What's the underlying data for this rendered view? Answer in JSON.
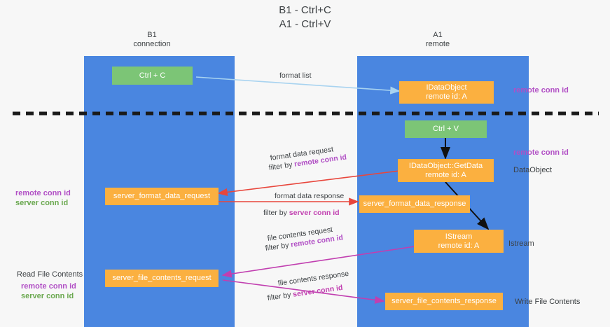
{
  "title": {
    "line1": "B1 - Ctrl+C",
    "line2": "A1 - Ctrl+V"
  },
  "lanes": [
    {
      "id": "b1",
      "name": "B1",
      "sub": "connection",
      "color": "#4a86e0"
    },
    {
      "id": "a1",
      "name": "A1",
      "sub": "remote",
      "color": "#4a86e0"
    }
  ],
  "colors": {
    "lane": "#4a86e0",
    "green_box": "#7cc576",
    "orange_box": "#fbb040",
    "purple_text": "#b14fc5",
    "green_text": "#6aa84f",
    "arrow_blue": "#a8d3f0",
    "arrow_red": "#e8463c",
    "arrow_magenta": "#c13fb0",
    "arrow_black": "#111111",
    "divider": "#1a1a1a",
    "background": "#f7f7f7"
  },
  "boxes": {
    "ctrl_c": {
      "label": "Ctrl + C"
    },
    "data_object_remote": {
      "line1": "IDataObject",
      "line2": "remote id: A"
    },
    "ctrl_v": {
      "label": "Ctrl + V"
    },
    "get_data": {
      "line1": "IDataObject::GetData",
      "line2": "remote id: A"
    },
    "server_format_data_request": {
      "label": "server_format_data_request"
    },
    "server_format_data_response": {
      "label": "server_format_data_response"
    },
    "istream": {
      "line1": "IStream",
      "line2": "remote id: A"
    },
    "server_file_contents_request": {
      "label": "server_file_contents_request"
    },
    "server_file_contents_response": {
      "label": "server_file_contents_response"
    }
  },
  "edge_labels": {
    "format_list": "format list",
    "format_data_request": "format data request",
    "format_data_request_filter_prefix": "filter by ",
    "format_data_request_filter_value": "remote conn id",
    "format_data_response": "format data response",
    "format_data_response_filter_prefix": "filter by ",
    "format_data_response_filter_value": "server conn id",
    "file_contents_request": "file contents request",
    "file_contents_request_filter_prefix": "filter by ",
    "file_contents_request_filter_value": "remote conn id",
    "file_contents_response": "file contents response",
    "file_contents_response_filter_prefix": "filter by ",
    "file_contents_response_filter_value": "server conn id"
  },
  "side_notes": {
    "right_remote_conn_id_top": "remote conn id",
    "right_remote_conn_id_mid": "remote conn id",
    "right_data_object": "DataObject",
    "right_istream": "Istream",
    "right_write_file_contents": "Write File Contents",
    "left_remote_conn_id_mid": "remote conn id",
    "left_server_conn_id_mid": "server conn id",
    "left_read_file_contents": "Read File Contents",
    "left_remote_conn_id_bottom": "remote conn id",
    "left_server_conn_id_bottom": "server conn id"
  }
}
